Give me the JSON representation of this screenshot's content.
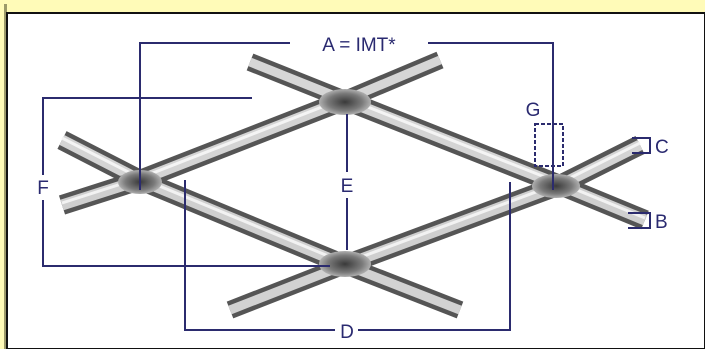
{
  "title": "Expanded metal mesh dimensions",
  "labels": {
    "a": "A = IMT*",
    "b": "B",
    "c": "C",
    "d": "D",
    "e": "E",
    "f": "F",
    "g": "G"
  },
  "colors": {
    "frame": "#fffbb8",
    "panel": "#ffffff",
    "border": "#111111",
    "line": "#2b2b6e",
    "metal_dark": "#5a5a5a",
    "metal_mid": "#9a9a9a",
    "metal_light": "#e6e6e6"
  }
}
